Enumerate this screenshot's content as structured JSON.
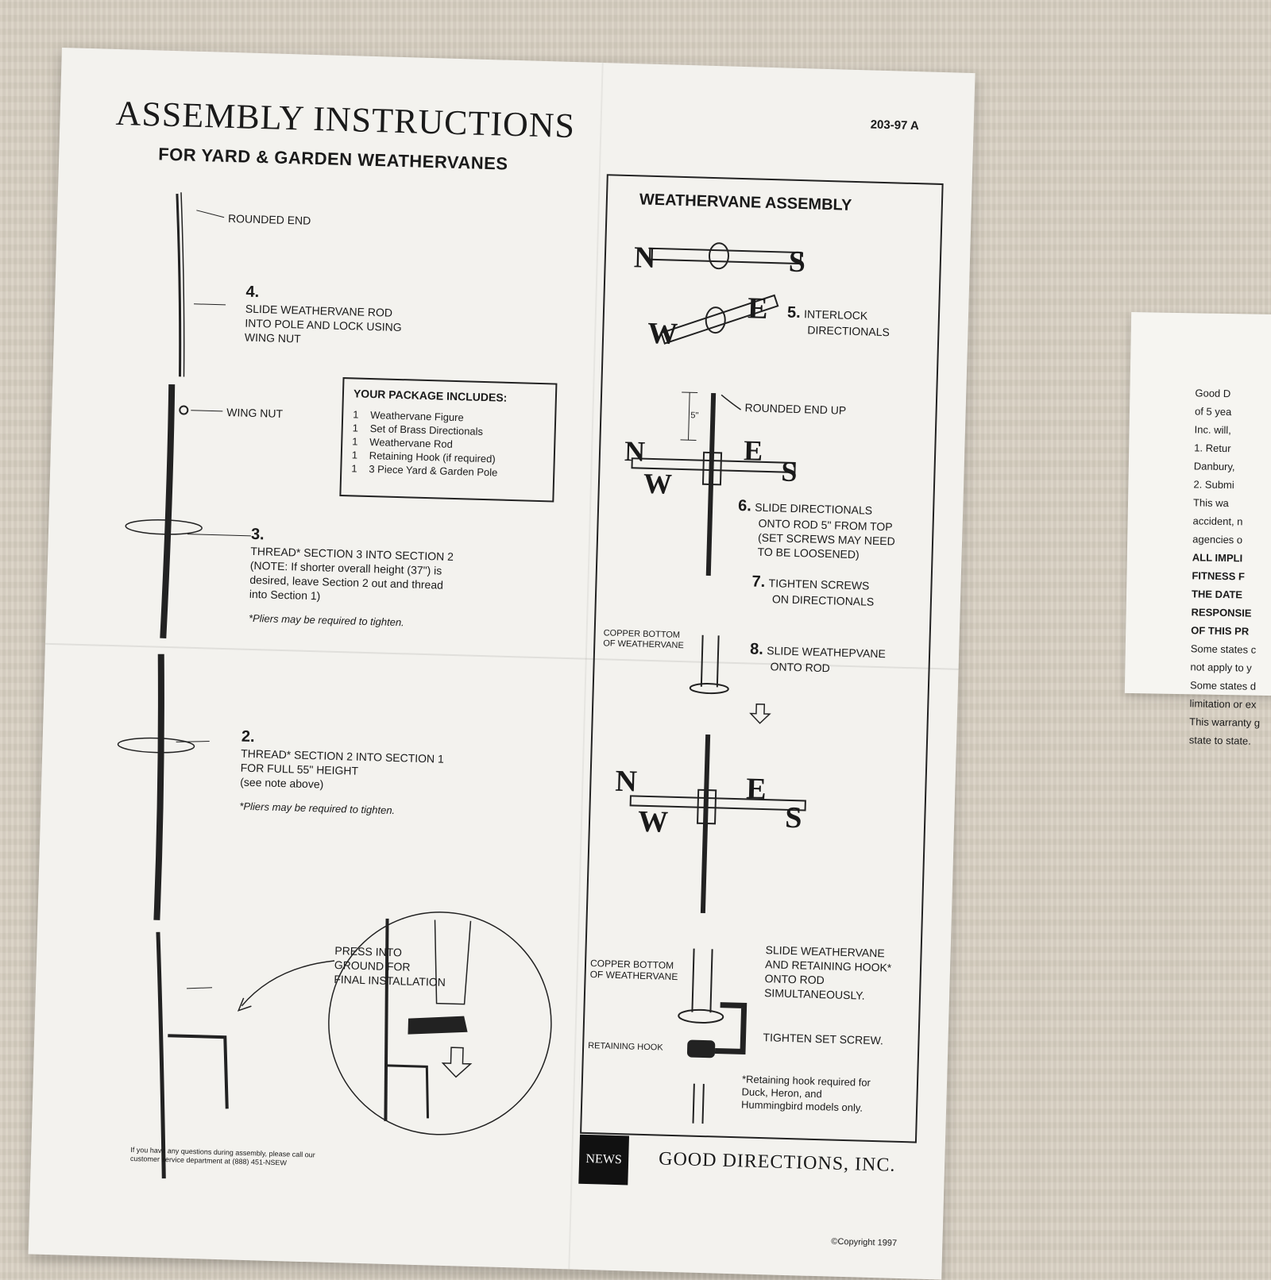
{
  "sheet": {
    "title": "ASSEMBLY INSTRUCTIONS",
    "subtitle": "FOR YARD & GARDEN WEATHERVANES",
    "doc_number": "203-97 A",
    "labels": {
      "rounded_end": "ROUNDED END",
      "wing_nut": "WING NUT"
    },
    "step4": {
      "number": "4.",
      "lines": [
        "SLIDE WEATHERVANE ROD",
        "INTO POLE AND LOCK USING",
        "WING NUT"
      ]
    },
    "step3": {
      "number": "3.",
      "lines": [
        "THREAD* SECTION 3 INTO SECTION 2",
        "(NOTE: If shorter overall height (37\") is",
        "desired, leave Section 2 out and thread",
        "into Section 1)"
      ],
      "note": "*Pliers may be required to tighten."
    },
    "step2": {
      "number": "2.",
      "lines": [
        "THREAD* SECTION 2 INTO SECTION 1",
        "FOR FULL 55\" HEIGHT",
        "(see note above)"
      ],
      "note": "*Pliers may be required to tighten."
    },
    "press": [
      "PRESS INTO",
      "GROUND FOR",
      "FINAL INSTALLATION"
    ],
    "package": {
      "title": "YOUR PACKAGE INCLUDES:",
      "items": [
        {
          "qty": "1",
          "name": "Weathervane Figure"
        },
        {
          "qty": "1",
          "name": "Set of Brass Directionals"
        },
        {
          "qty": "1",
          "name": "Weathervane Rod"
        },
        {
          "qty": "1",
          "name": "Retaining Hook (if required)"
        },
        {
          "qty": "1",
          "name": "3 Piece Yard & Garden Pole"
        }
      ]
    },
    "footer_note": "If you have any questions during assembly, please call our customer service department at (888) 451-NSEW",
    "copyright": "©Copyright 1997"
  },
  "assembly": {
    "title": "WEATHERVANE ASSEMBLY",
    "letters": {
      "n": "N",
      "s": "S",
      "e": "E",
      "w": "W"
    },
    "step5": {
      "number": "5.",
      "lines": [
        "INTERLOCK",
        "DIRECTIONALS"
      ]
    },
    "rounded_end_up": "ROUNDED END UP",
    "five_inch": "5\"",
    "step6": {
      "number": "6.",
      "lines": [
        "SLIDE DIRECTIONALS",
        "ONTO ROD 5\" FROM TOP",
        "(SET SCREWS MAY NEED",
        "TO BE LOOSENED)"
      ]
    },
    "step7": {
      "number": "7.",
      "lines": [
        "TIGHTEN SCREWS",
        "ON DIRECTIONALS"
      ]
    },
    "copper_bottom": [
      "COPPER BOTTOM",
      "OF WEATHERVANE"
    ],
    "step8": {
      "number": "8.",
      "lines": [
        "SLIDE WEATHEPVANE",
        "ONTO ROD"
      ]
    },
    "copper_bottom_2": [
      "COPPER BOTTOM",
      "OF WEATHERVANE"
    ],
    "retaining_hook": "RETAINING HOOK",
    "slide_hook": [
      "SLIDE WEATHERVANE",
      "AND RETAINING HOOK*",
      "ONTO ROD",
      "SIMULTANEOUSLY."
    ],
    "tighten_set": "TIGHTEN SET SCREW.",
    "hook_note": [
      "*Retaining hook required for",
      "Duck, Heron, and",
      "Hummingbird models only."
    ]
  },
  "brand": {
    "logo_text": "NEWS",
    "name": "GOOD DIRECTIONS, INC."
  },
  "card": {
    "lines": [
      "Good D",
      "of 5 yea",
      "Inc. will,",
      "1. Retur",
      "Danbury,",
      "2. Submi",
      "This wa",
      "accident, n",
      "agencies o"
    ],
    "bold_lines": [
      "ALL IMPLI",
      "FITNESS F",
      "THE DATE",
      "RESPONSIE",
      "OF THIS PR"
    ],
    "tail_lines": [
      "Some states c",
      "not apply to y",
      "Some states d",
      "limitation or ex",
      "This warranty g",
      "state to state."
    ]
  },
  "colors": {
    "background": "#d8d0c2",
    "paper": "#f3f2ee",
    "ink": "#1a1a1a"
  }
}
